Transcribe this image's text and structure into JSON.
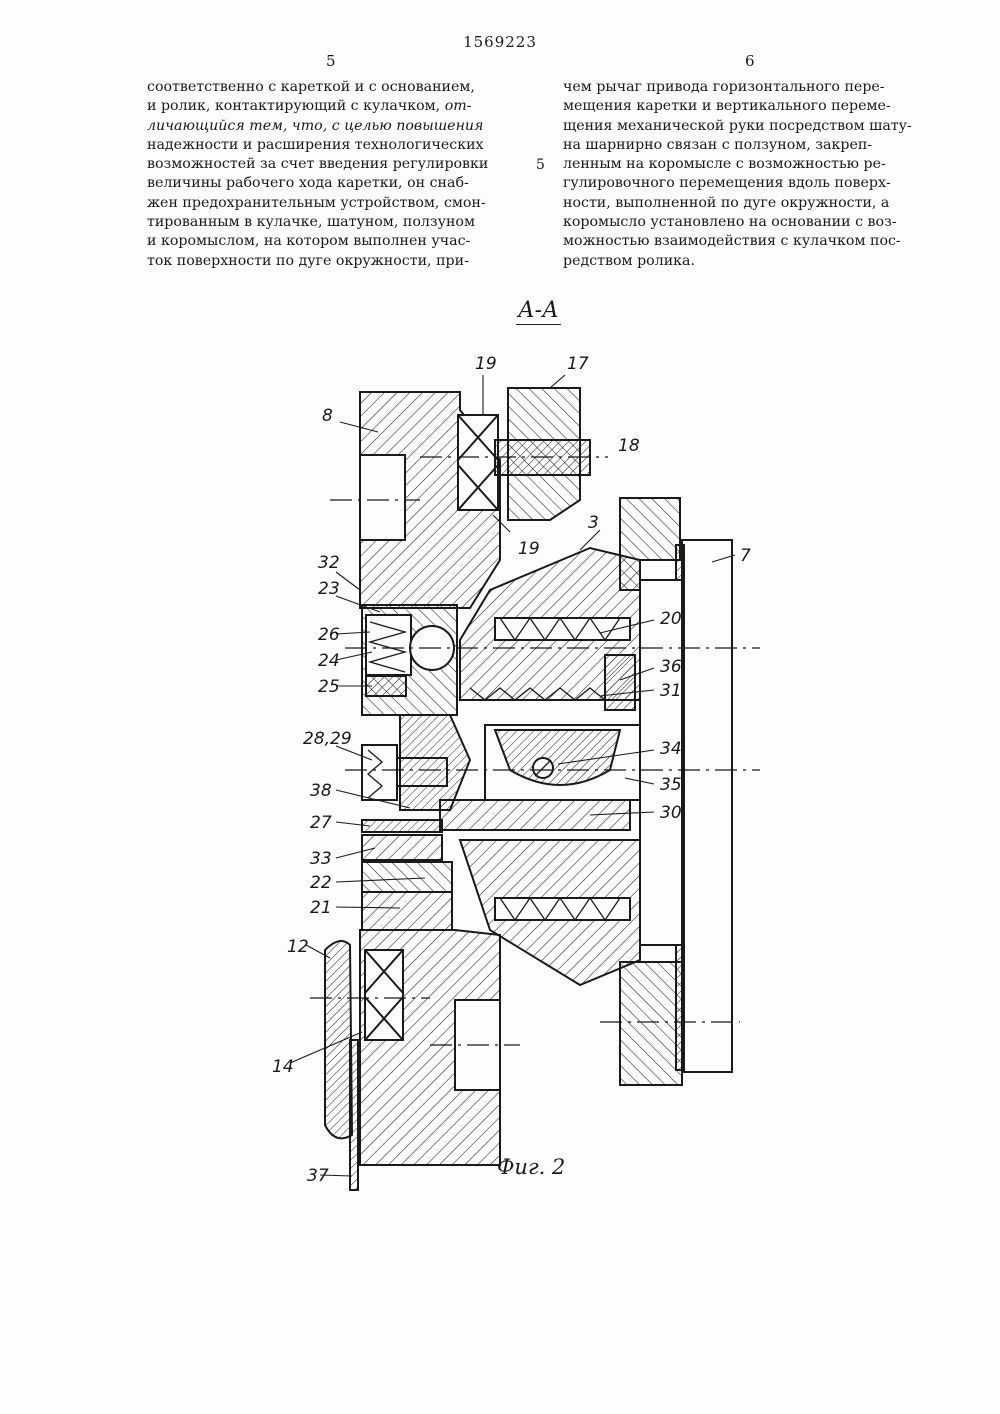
{
  "header": {
    "doc_number": "1569223",
    "left_column_number": "5",
    "right_column_number": "6",
    "margin_line_number": "5"
  },
  "left_column": {
    "lines": [
      "соответственно с кареткой и с основанием,",
      "и ролик, контактирующий с кулачком,",
      "личающийся тем, что, с целью повышения",
      "надежности и расширения технологических",
      "возможностей за счет введения регулировки",
      "величины рабочего хода каретки, он снаб-",
      "жен предохранительным устройством, смон-",
      "тированным в кулачке, шатуном, ползуном",
      "и коромыслом, на котором выполнен учас-",
      "ток поверхности по дуге окружности, при-"
    ],
    "italic_tail": "от-",
    "italic_head": "от"
  },
  "right_column": {
    "lines": [
      "чем рычаг привода горизонтального пере-",
      "мещения каретки и вертикального переме-",
      "щения механической руки посредством шату-",
      "на шарнирно связан с ползуном, закреп-",
      "ленным на коромысле с возможностью ре-",
      "гулировочного перемещения вдоль поверх-",
      "ности, выполненной по дуге окружности, а",
      "коромысло установлено на основании с воз-",
      "можностью взаимодействия с кулачком пос-",
      "редством ролика."
    ]
  },
  "figure": {
    "section_label": "А-А",
    "caption": "Фиг. 2",
    "labels": {
      "l8": "8",
      "l19a": "19",
      "l17": "17",
      "l18": "18",
      "l19b": "19",
      "l3": "3",
      "l7": "7",
      "l32": "32",
      "l23": "23",
      "l20": "20",
      "l26": "26",
      "l24": "24",
      "l36": "36",
      "l25": "25",
      "l31": "31",
      "l2829": "28,29",
      "l34": "34",
      "l35": "35",
      "l38": "38",
      "l30": "30",
      "l27": "27",
      "l33": "33",
      "l22": "22",
      "l21": "21",
      "l12": "12",
      "l14": "14",
      "l37": "37"
    }
  }
}
